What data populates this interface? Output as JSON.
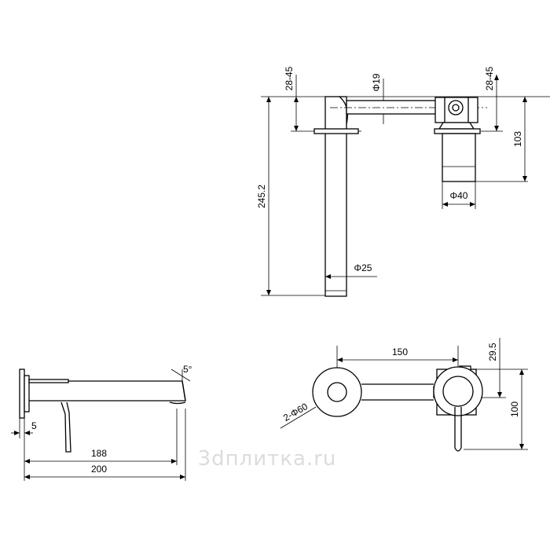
{
  "diagram": {
    "top_view": {
      "dim_height_total": "245.2",
      "dim_wall_left": "28-45",
      "dim_wall_right": "28-45",
      "dim_pipe": "Φ19",
      "dim_cartridge_height": "103",
      "dim_cartridge_dia": "Φ40",
      "dim_spout_dia": "Φ25"
    },
    "side_view": {
      "dim_angle": "5°",
      "dim_base": "5",
      "dim_spout_len": "188",
      "dim_total_len": "200"
    },
    "front_view": {
      "dim_center_distance": "150",
      "dim_top_offset": "29.5",
      "dim_rosette": "2-Φ60",
      "dim_total_height": "100"
    },
    "watermark": "3dплитка.ru"
  }
}
